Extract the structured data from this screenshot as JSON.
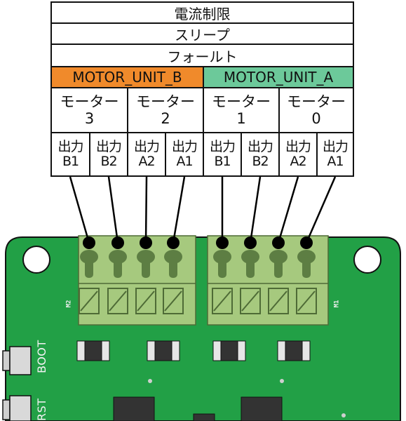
{
  "header_rows": {
    "current_limit": "電流制限",
    "sleep": "スリープ",
    "fault": "フォールト"
  },
  "units": [
    {
      "name": "MOTOR_UNIT_B",
      "color": "#f08a2b"
    },
    {
      "name": "MOTOR_UNIT_A",
      "color": "#6cc99a"
    }
  ],
  "motors": [
    {
      "label": "モーター",
      "number": "3"
    },
    {
      "label": "モーター",
      "number": "2"
    },
    {
      "label": "モーター",
      "number": "1"
    },
    {
      "label": "モーター",
      "number": "0"
    }
  ],
  "outputs": [
    {
      "label": "出力",
      "pin": "B1"
    },
    {
      "label": "出力",
      "pin": "B2"
    },
    {
      "label": "出力",
      "pin": "A2"
    },
    {
      "label": "出力",
      "pin": "A1"
    },
    {
      "label": "出力",
      "pin": "B1"
    },
    {
      "label": "出力",
      "pin": "B2"
    },
    {
      "label": "出力",
      "pin": "A2"
    },
    {
      "label": "出力",
      "pin": "A1"
    }
  ],
  "board": {
    "connector_left_label": "M2",
    "connector_right_label": "M1",
    "boot_label": "BOOT",
    "reset_label": "RST",
    "pcb_color": "#22a046",
    "terminal_color": "#a6c97e"
  }
}
